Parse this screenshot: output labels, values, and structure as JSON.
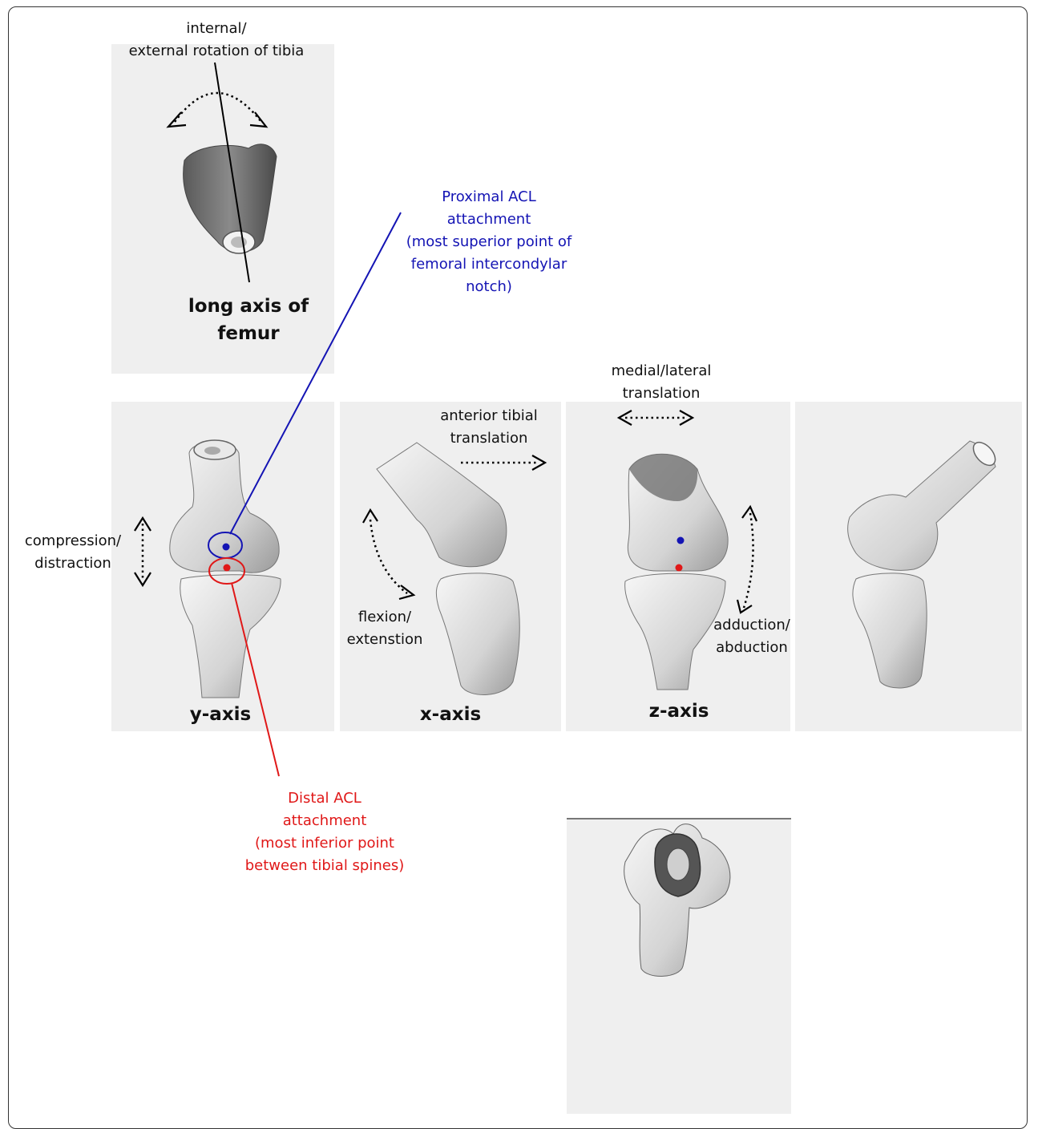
{
  "labels": {
    "rotation_line1": "internal/",
    "rotation_line2": "external rotation of tibia",
    "long_axis_line1": "long axis of",
    "long_axis_line2": "femur",
    "proximal_line1": "Proximal ACL",
    "proximal_line2": "attachment",
    "proximal_line3": "(most superior point of",
    "proximal_line4": "femoral intercondylar",
    "proximal_line5": "notch)",
    "medial_line1": "medial/lateral",
    "medial_line2": "translation",
    "anterior_line1": "anterior tibial",
    "anterior_line2": "translation",
    "compression_line1": "compression/",
    "compression_line2": "distraction",
    "flexion_line1": "flexion/",
    "flexion_line2": "extenstion",
    "adduction_line1": "adduction/",
    "adduction_line2": "abduction",
    "y_axis": "y-axis",
    "x_axis": "x-axis",
    "z_axis": "z-axis",
    "distal_line1": "Distal ACL",
    "distal_line2": "attachment",
    "distal_line3": "(most inferior point",
    "distal_line4": "between tibial spines)"
  },
  "colors": {
    "proximal": "#1414b4",
    "distal": "#e01818",
    "panel": "#efefef"
  }
}
